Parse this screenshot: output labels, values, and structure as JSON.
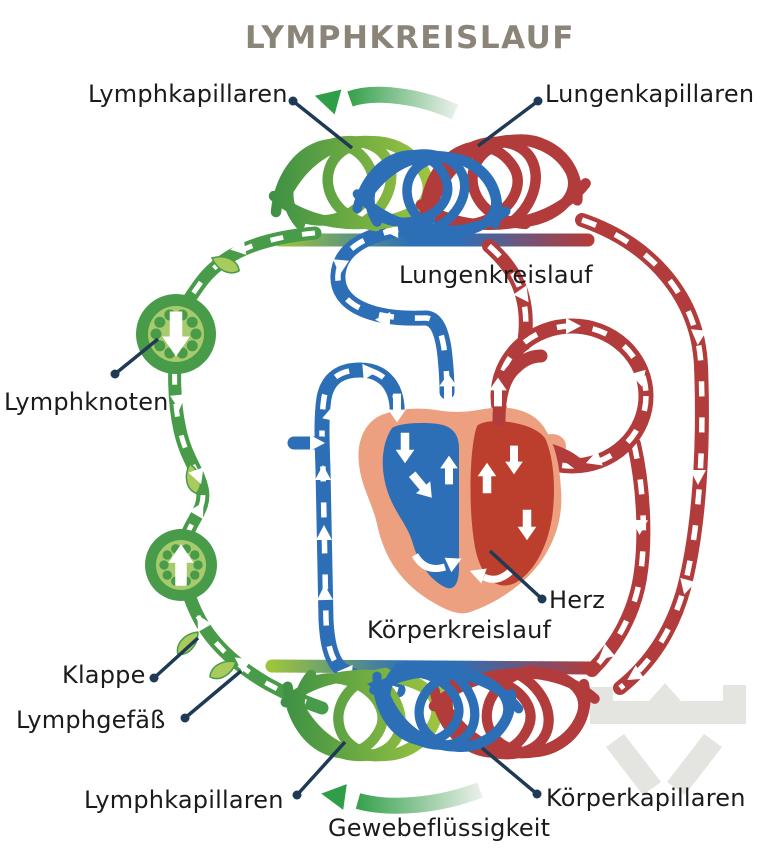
{
  "title": "LYMPHKREISLAUF",
  "labels": {
    "lymphkapillaren_top": "Lymphkapillaren",
    "lungenkapillaren": "Lungenkapillaren",
    "lungenkreislauf": "Lungenkreislauf",
    "lymphknoten": "Lymphknoten",
    "herz": "Herz",
    "koerperkreislauf": "Körperkreislauf",
    "klappe": "Klappe",
    "lymphgefaess": "Lymphgefäß",
    "lymphkapillaren_bottom": "Lymphkapillaren",
    "koerperkapillaren": "Körperkapillaren",
    "gewebefluessigkeit": "Gewebeflüssigkeit"
  },
  "colors": {
    "background": "#ffffff",
    "title_text": "#8a8578",
    "label_text": "#1b1b1b",
    "leader_line": "#1f3a55",
    "lymph_green": "#479b49",
    "lymph_yellow_green": "#9dc43b",
    "lymph_node_inner": "#a8ca6c",
    "vein_blue": "#2d6fb7",
    "artery_red": "#b23b3b",
    "heart_muscle_salmon": "#eca07f",
    "heart_chamber_red": "#bc3f2d",
    "flow_arrow_white": "#ffffff",
    "tissue_flow_arrow_green": "#2f9e46",
    "watermark_gray": "#e4e4e1"
  }
}
